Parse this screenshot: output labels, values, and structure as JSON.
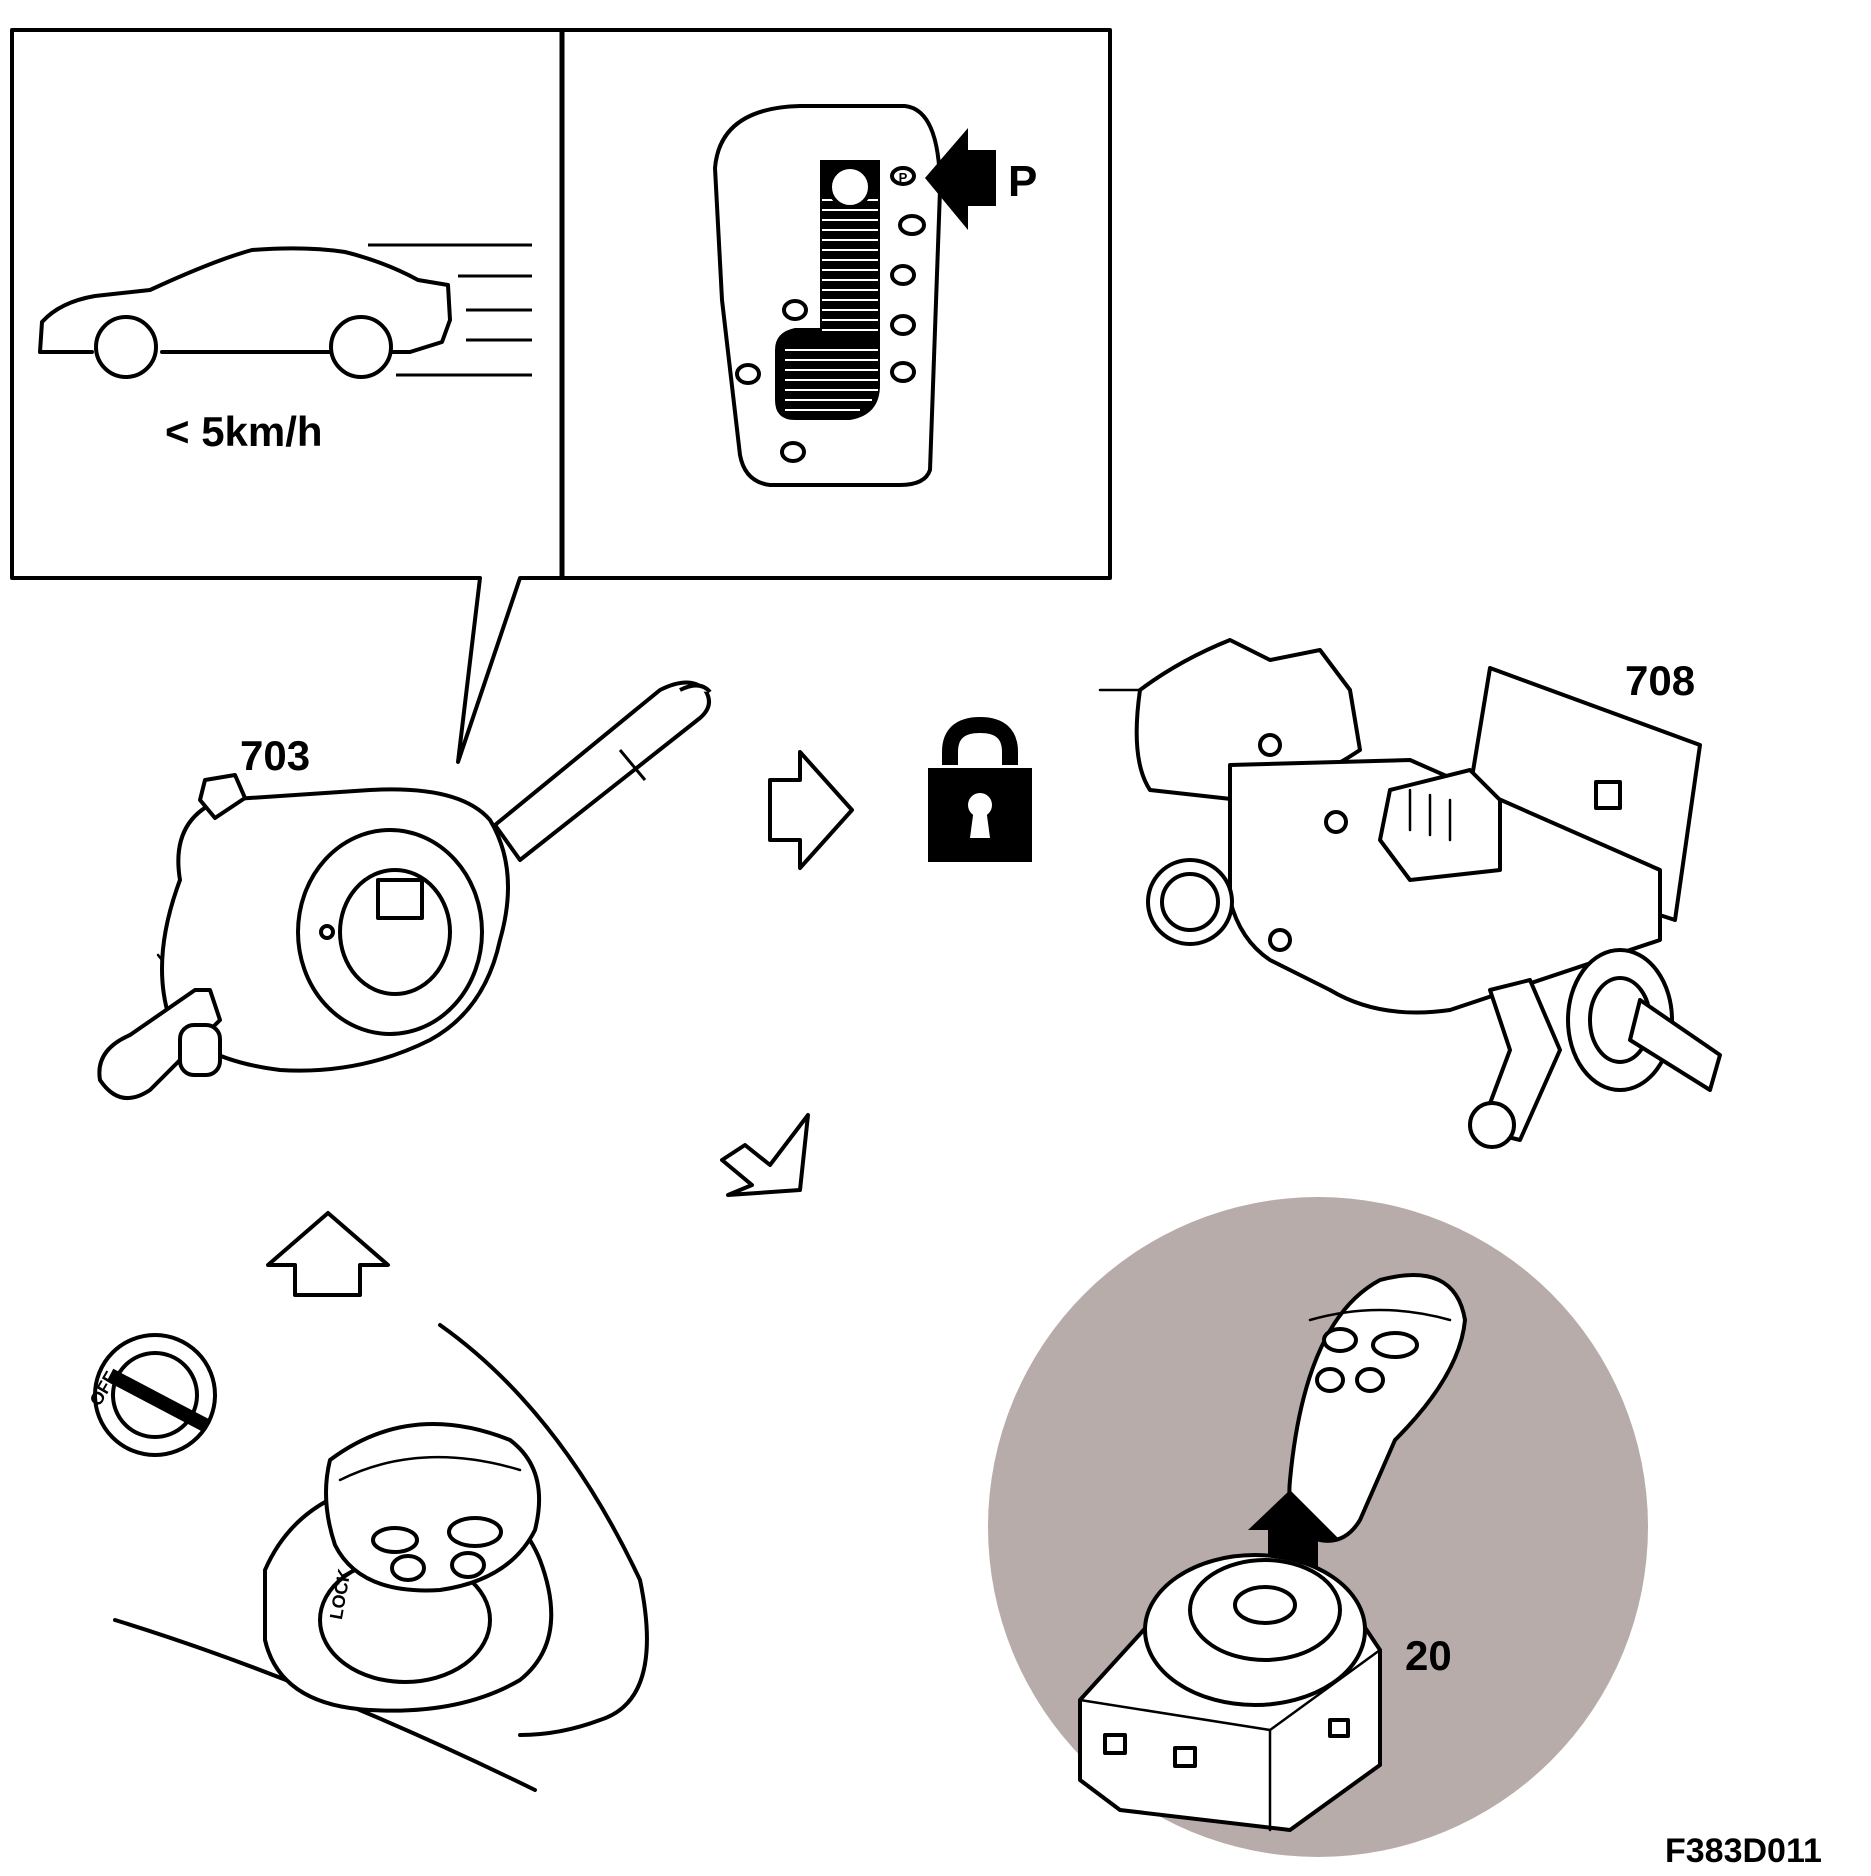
{
  "labels": {
    "speed": "< 5km/h",
    "park": "P",
    "park_small": "P",
    "part_703": "703",
    "part_708": "708",
    "part_20": "20",
    "figure_id": "F383D011",
    "ignition_off": "OFF",
    "ignition_lock": "LOCK"
  },
  "colors": {
    "ink": "#000000",
    "background": "#ffffff",
    "circle_highlight": "#b7aca9"
  },
  "icons": [
    "car-icon",
    "gear-selector-icon",
    "padlock-icon",
    "arrow-right-icon",
    "arrow-down-left-icon",
    "arrow-up-icon",
    "steering-column-lock",
    "multifunction-switch",
    "ignition-switch",
    "key-fob"
  ]
}
